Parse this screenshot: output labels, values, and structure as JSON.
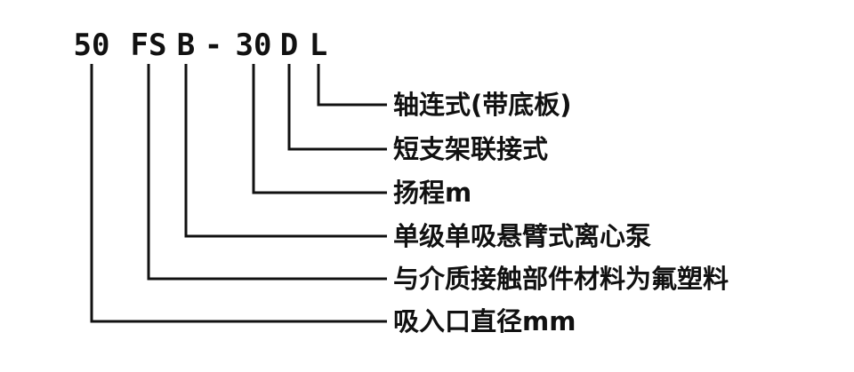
{
  "model_code": {
    "segments": [
      "50",
      "FS",
      "B",
      "-",
      "30",
      "D",
      "L"
    ]
  },
  "callouts": [
    {
      "segment": "L",
      "text": "轴连式(带底板)"
    },
    {
      "segment": "D",
      "text": "短支架联接式"
    },
    {
      "segment": "30",
      "text": "扬程m"
    },
    {
      "segment": "B",
      "text": "单级单吸悬臂式离心泵"
    },
    {
      "segment": "FS",
      "text": "与介质接触部件材料为氟塑料"
    },
    {
      "segment": "50",
      "text": "吸入口直径mm"
    }
  ],
  "colors": {
    "ink": "#111111",
    "background": "#ffffff"
  }
}
